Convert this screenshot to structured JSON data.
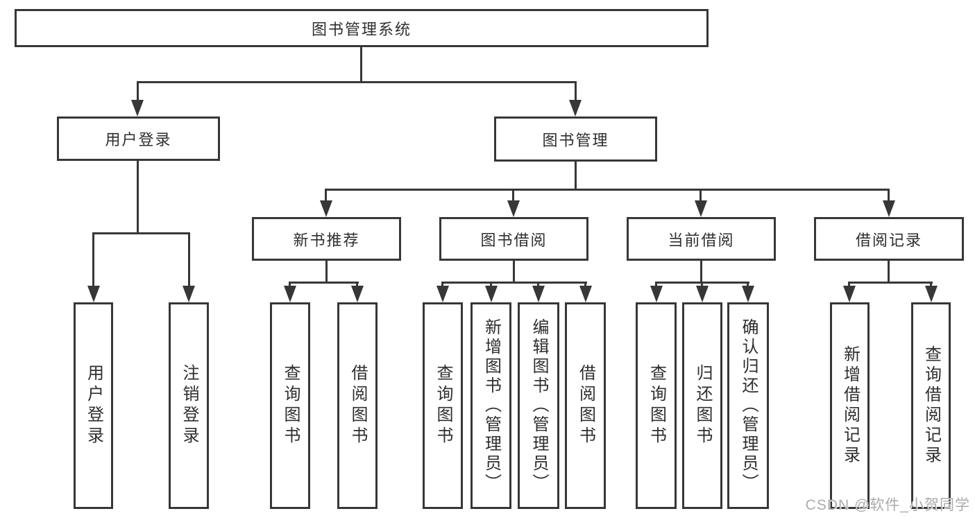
{
  "diagram": {
    "title": "图书管理系统",
    "user_login": {
      "label": "用户登录",
      "children": [
        {
          "label": "用户登录"
        },
        {
          "label": "注销登录"
        }
      ]
    },
    "book_management": {
      "label": "图书管理",
      "groups": [
        {
          "label": "新书推荐",
          "children": [
            {
              "label": "查询图书"
            },
            {
              "label": "借阅图书"
            }
          ]
        },
        {
          "label": "图书借阅",
          "children": [
            {
              "label": "查询图书"
            },
            {
              "label": "新增图书（管理员）"
            },
            {
              "label": "编辑图书（管理员）"
            },
            {
              "label": "借阅图书"
            }
          ]
        },
        {
          "label": "当前借阅",
          "children": [
            {
              "label": "查询图书"
            },
            {
              "label": "归还图书"
            },
            {
              "label": "确认归还（管理员）"
            }
          ]
        },
        {
          "label": "借阅记录",
          "children": [
            {
              "label": "新增借阅记录"
            },
            {
              "label": "查询借阅记录"
            }
          ]
        }
      ]
    },
    "watermark": "CSDN @软件_小贺同学",
    "colors": {
      "line": "#373737",
      "text": "#2e2e2e",
      "watermark": "#ababab",
      "background": "#ffffff"
    }
  }
}
